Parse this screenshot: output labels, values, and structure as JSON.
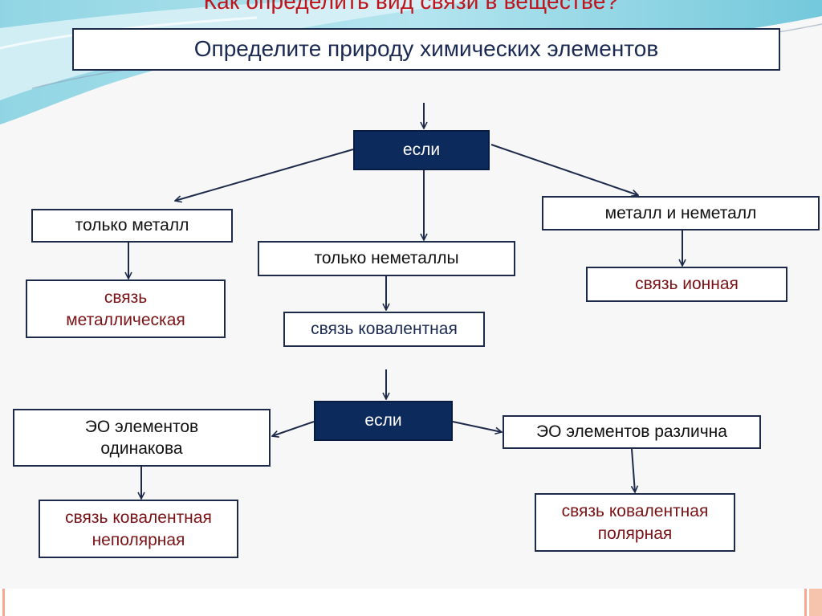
{
  "slide": {
    "title": "Как определить вид связи в веществе?",
    "header_box": "Определите природу химических элементов"
  },
  "nodes": {
    "if_1": "если",
    "only_metal": "только металл",
    "metal_bond": "связь металлическая",
    "only_nonmetals": "только неметаллы",
    "covalent_bond": "связь ковалентная",
    "metal_and_nonmetal": "металл и неметалл",
    "ionic_bond": "связь ионная",
    "if_2": "если",
    "eo_same": "ЭО элементов одинакова",
    "covalent_nonpolar": "связь ковалентная неполярная",
    "eo_different": "ЭО элементов различна",
    "covalent_polar": "связь ковалентная полярная"
  },
  "colors": {
    "title_red": "#c0141c",
    "condition_navy": "#0c2a5c",
    "result_red": "#7a1216",
    "text_navy": "#1b2a52"
  }
}
